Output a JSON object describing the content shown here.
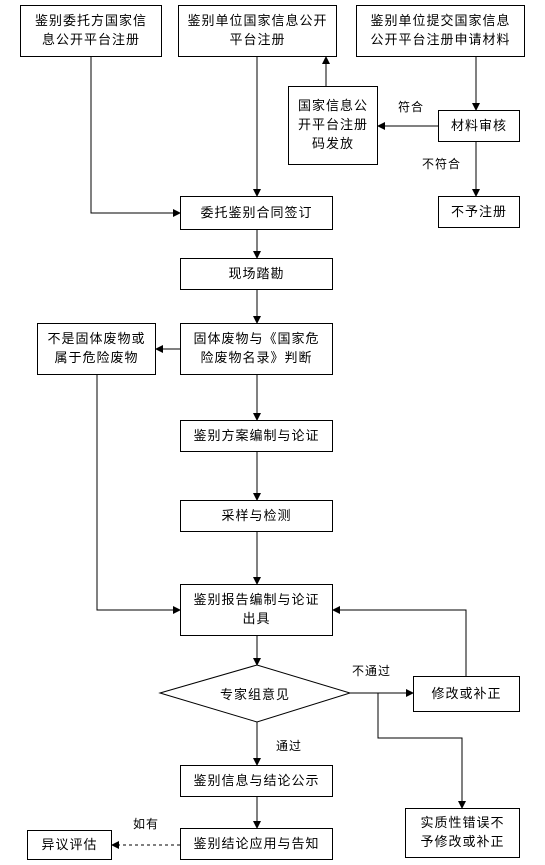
{
  "nodes": {
    "client_registration": [
      "鉴别委托方国家信",
      "息公开平台注册"
    ],
    "lab_registration": [
      "鉴别单位国家信息公开",
      "平台注册"
    ],
    "lab_application": [
      "鉴别单位提交国家信息",
      "公开平台注册申请材料"
    ],
    "code_issuance": [
      "国家信息公",
      "开平台注册",
      "码发放"
    ],
    "material_review": [
      "材料审核"
    ],
    "reject_registration": [
      "不予注册"
    ],
    "contract_signing": [
      "委托鉴别合同签订"
    ],
    "site_survey": [
      "现场踏勘"
    ],
    "not_solid_waste": [
      "不是固体废物或",
      "属于危险废物"
    ],
    "solid_waste_judgement": [
      "固体废物与《国家危",
      "险废物名录》判断"
    ],
    "plan_preparation": [
      "鉴别方案编制与论证"
    ],
    "sampling_testing": [
      "采样与检测"
    ],
    "report_preparation": [
      "鉴别报告编制与论证",
      "出具"
    ],
    "expert_opinion": "专家组意见",
    "revise": [
      "修改或补正"
    ],
    "publicity": [
      "鉴别信息与结论公示"
    ],
    "substantive_error": [
      "实质性错误不",
      "予修改或补正"
    ],
    "objection_assessment": [
      "异议评估"
    ],
    "conclusion_application": [
      "鉴别结论应用与告知"
    ]
  },
  "edge_labels": {
    "qualified": "符合",
    "unqualified": "不符合",
    "failed": "不通过",
    "passed": "通过",
    "if_any": "如有"
  }
}
